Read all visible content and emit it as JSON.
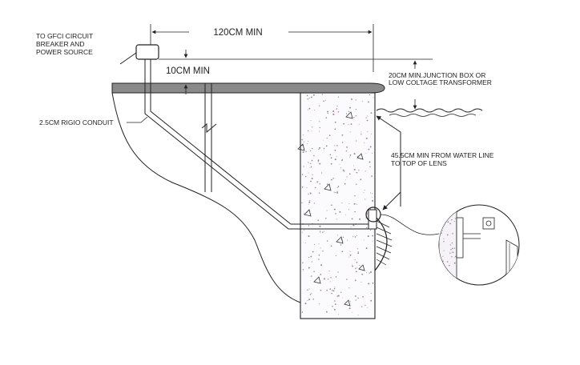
{
  "diagram": {
    "labels": {
      "gfci_line1": "TO GFCI CIRCUIT",
      "gfci_line2": "BREAKER AND",
      "gfci_line3": "POWER SOURCE",
      "dim_120": "120CM MIN",
      "dim_10": "10CM MIN",
      "conduit": "2.5CM RIGIO CONDUIT",
      "junction_line1": "20CM MIN.JUNCTION BOX OR",
      "junction_line2": "LOW COLTAGE TRANSFORMER",
      "waterline_line1": "45.5CM MIN FROM WATER LINE",
      "waterline_line2": "TO TOP OF LENS"
    },
    "colors": {
      "line": "#222222",
      "deck": "#8a8a8a",
      "concrete_speckle": "#9a7aa8",
      "background": "#ffffff"
    }
  }
}
